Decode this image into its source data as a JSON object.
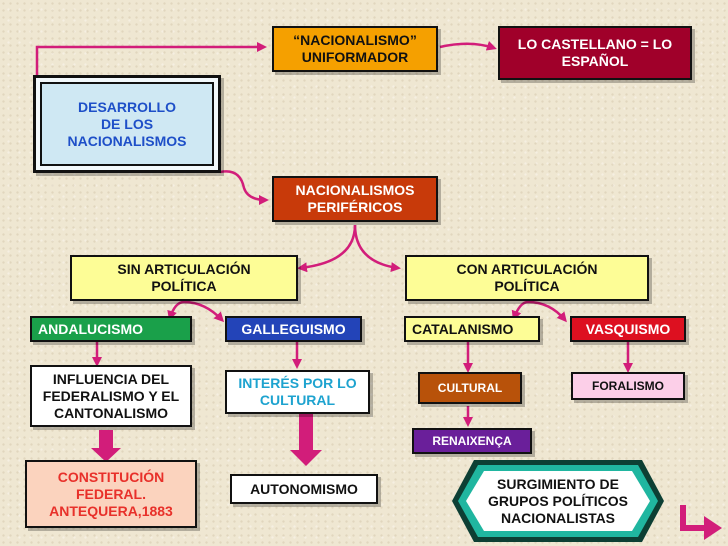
{
  "nodes": {
    "desarrollo": "DESARROLLO\nDE LOS\nNACIONALISMOS",
    "uniformador": "“NACIONALISMO”\nUNIFORMADOR",
    "castellano": "LO CASTELLANO = LO\nESPAÑOL",
    "perifericos": "NACIONALISMOS\nPERIFÉRICOS",
    "sin_articulacion": "SIN ARTICULACIÓN\nPOLÍTICA",
    "con_articulacion": "CON ARTICULACIÓN\nPOLÍTICA",
    "andalucismo": "ANDALUCISMO",
    "galleguismo": "GALLEGUISMO",
    "catalanismo": "CATALANISMO",
    "vasquismo": "VASQUISMO",
    "influencia": "INFLUENCIA DEL\nFEDERALISMO Y EL\nCANTONALISMO",
    "interes_cultural": "INTERÉS POR LO\nCULTURAL",
    "cultural": "CULTURAL",
    "foralismo": "FORALISMO",
    "renaixenca": "RENAIXENÇA",
    "constitucion": "CONSTITUCIÓN\nFEDERAL.\nANTEQUERA,1883",
    "autonomismo": "AUTONOMISMO",
    "surgimiento": "SURGIMIENTO DE\nGRUPOS POLÍTICOS\nNACIONALISTAS"
  },
  "colors": {
    "connector": "#d21d7a",
    "arrow_down": "#d21d7a",
    "curl_arrow": "#d21d7a"
  }
}
